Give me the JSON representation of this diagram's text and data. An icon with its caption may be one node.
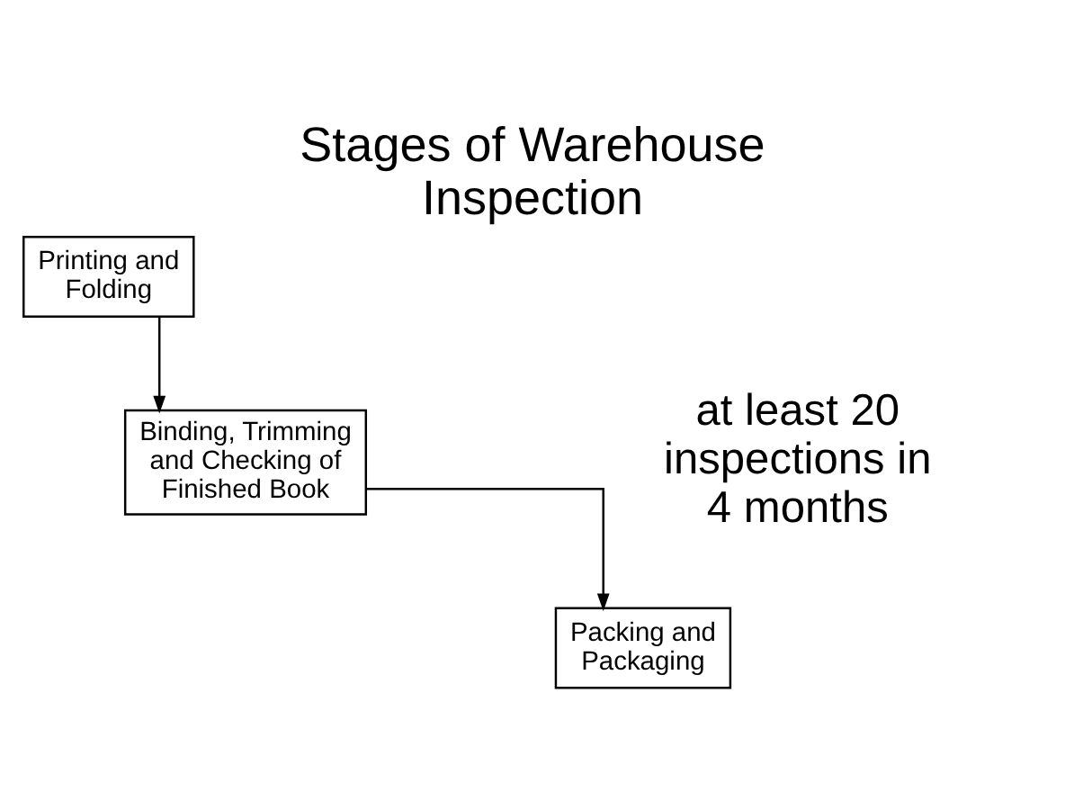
{
  "diagram": {
    "title": "Stages of Warehouse Inspection",
    "nodes": [
      {
        "text": [
          "Printing and Folding"
        ]
      },
      {
        "text": [
          "Binding, Trimming and Checking of Finished Book"
        ]
      },
      {
        "text": [
          "Packing and Packaging"
        ]
      }
    ],
    "edges": [
      {
        "from": 0,
        "to": 1,
        "arrow": "to"
      },
      {
        "from": 1,
        "to": 2,
        "arrow": "to"
      }
    ],
    "labels": [
      "at least 20 inspections in 4 months"
    ]
  }
}
